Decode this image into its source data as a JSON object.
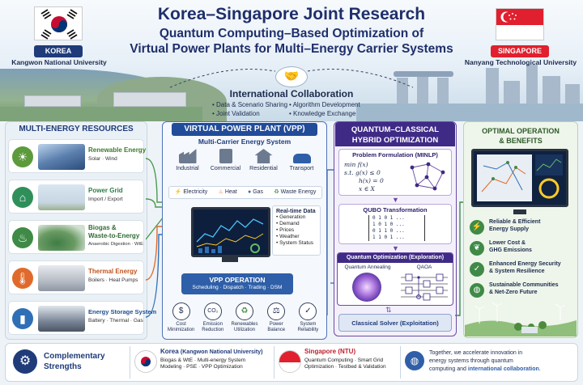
{
  "header": {
    "title": "Korea–Singapore Joint Research",
    "subtitle_line1": "Quantum Computing–Based Optimization of",
    "subtitle_line2": "Virtual Power Plants for Multi–Energy Carrier Systems",
    "korea": {
      "label": "KOREA",
      "university": "Kangwon National University"
    },
    "singapore": {
      "label": "SINGAPORE",
      "university": "Nanyang Technological University"
    },
    "collaboration": {
      "title": "International Collaboration",
      "items": [
        "• Data & Scenario Sharing",
        "• Algorithm Development",
        "• Joint Validation",
        "• Knowledge Exchange"
      ]
    }
  },
  "resources": {
    "title": "MULTI-ENERGY RESOURCES",
    "items": [
      {
        "title": "Renewable Energy",
        "sub": "Solar · Wind",
        "icon": "sun-icon",
        "color": "#5c9a3c"
      },
      {
        "title": "Power Grid",
        "sub": "Import / Export",
        "icon": "pylon-icon",
        "color": "#2f8f5a"
      },
      {
        "title": "Biogas &",
        "title2": "Waste-to-Energy",
        "sub": "Anaerobic Digestion · WtE",
        "icon": "flame-icon",
        "color": "#3e8a46"
      },
      {
        "title": "Thermal Energy",
        "sub": "Boilers · Heat Pumps",
        "icon": "thermometer-icon",
        "color": "#e06a2b"
      },
      {
        "title": "Energy Storage System",
        "sub": "Battery · Thermal · Gas",
        "icon": "battery-icon",
        "color": "#2f6fb5"
      }
    ]
  },
  "vpp": {
    "title": "VIRTUAL POWER PLANT (VPP)",
    "multi_title": "Multi-Carrier Energy System",
    "sectors": [
      "Industrial",
      "Commercial",
      "Residential",
      "Transport"
    ],
    "carriers": [
      "Electricity",
      "Heat",
      "Gas",
      "Waste Energy"
    ],
    "realtime_title": "Real-time Data",
    "realtime_items": [
      "• Generation",
      "• Demand",
      "• Prices",
      "• Weather",
      "• System Status"
    ],
    "operation_title": "VPP OPERATION",
    "operation_sub": "Scheduling · Dispatch · Trading · DSM",
    "objectives": [
      {
        "l1": "Cost",
        "l2": "Minimization",
        "glyph": "$"
      },
      {
        "l1": "Emission",
        "l2": "Reduction",
        "glyph": "CO₂"
      },
      {
        "l1": "Renewables",
        "l2": "Utilization",
        "glyph": "♻"
      },
      {
        "l1": "Power",
        "l2": "Balance",
        "glyph": "⚖"
      },
      {
        "l1": "System",
        "l2": "Reliability",
        "glyph": "✓"
      }
    ]
  },
  "quantum": {
    "title_line1": "QUANTUM–CLASSICAL",
    "title_line2": "HYBRID OPTIMIZATION",
    "problem_title": "Problem Formulation (MINLP)",
    "formula": [
      "min  f(x)",
      "s.t.  g(x) ≤ 0",
      "h(x) = 0",
      "x ∈ X"
    ],
    "qubo_title": "QUBO Transformation",
    "qubo_rows": [
      "0  1  0  1 ...",
      "1  0  1  0 ...",
      "0  1  1  0 ...",
      "1  1  0  1 ..."
    ],
    "qopt_title": "Quantum Optimization (Exploration)",
    "annealing": "Quantum Annealing",
    "qaoa": "QAOA",
    "classical": "Classical Solver (Exploitation)"
  },
  "results": {
    "title_line1": "OPTIMAL OPERATION",
    "title_line2": "& BENEFITS",
    "benefits": [
      {
        "l1": "Reliable & Efficient",
        "l2": "Energy Supply",
        "icon": "bolt-icon"
      },
      {
        "l1": "Lower Cost &",
        "l2": "GHG Emissions",
        "icon": "leaf-icon"
      },
      {
        "l1": "Enhanced Energy Security",
        "l2": "& System Resilience",
        "icon": "shield-icon"
      },
      {
        "l1": "Sustainable Communities",
        "l2": "& Net-Zero Future",
        "icon": "globe-icon"
      }
    ]
  },
  "footer": {
    "complementary": "Complementary",
    "strengths": "Strengths",
    "korea_title": "Korea",
    "korea_org": "(Kangwon National University)",
    "korea_l1": "Biogas & WtE · Multi-energy System",
    "korea_l2": "Modeling · PSE · VPP Optimization",
    "sg_title": "Singapore (NTU)",
    "sg_l1": "Quantum Computing · Smart Grid",
    "sg_l2": "Optimization · Testbed & Validation",
    "together_l1": "Together, we accelerate innovation in",
    "together_l2": "energy systems through quantum",
    "together_l3a": "computing and ",
    "together_l3b": "international collaboration",
    "together_l3c": "."
  },
  "colors": {
    "navy": "#1f2f6b",
    "vpp_blue": "#214c9a",
    "quantum_purple": "#3f2a86",
    "green": "#3e8a46",
    "korea_red": "#c60c30",
    "sg_red": "#e0202e"
  }
}
